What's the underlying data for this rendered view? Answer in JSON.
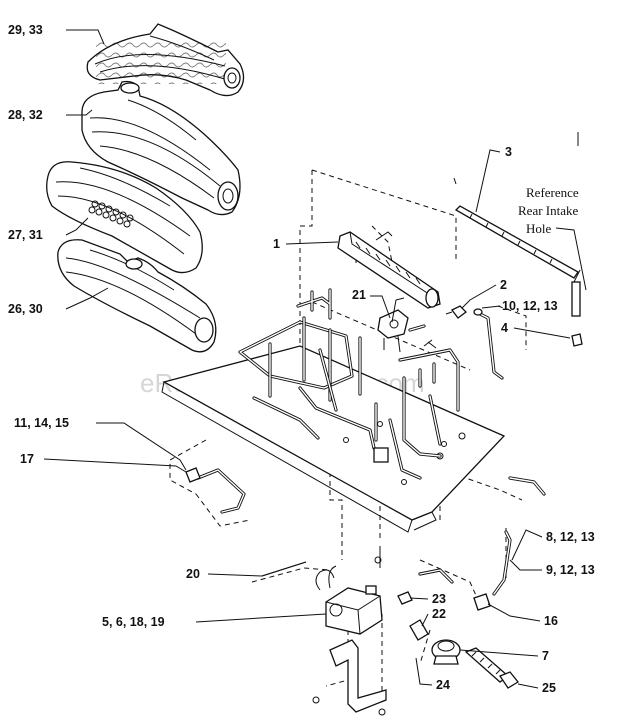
{
  "diagram": {
    "callouts": [
      {
        "id": "c-29-33",
        "text": "29, 33"
      },
      {
        "id": "c-28-32",
        "text": "28, 32"
      },
      {
        "id": "c-27-31",
        "text": "27, 31"
      },
      {
        "id": "c-26-30",
        "text": "26, 30"
      },
      {
        "id": "c-1",
        "text": "1"
      },
      {
        "id": "c-3",
        "text": "3"
      },
      {
        "id": "c-2",
        "text": "2"
      },
      {
        "id": "c-21",
        "text": "21"
      },
      {
        "id": "c-10-12-13",
        "text": "10, 12, 13"
      },
      {
        "id": "c-4",
        "text": "4"
      },
      {
        "id": "c-11-14-15",
        "text": "11, 14, 15"
      },
      {
        "id": "c-17",
        "text": "17"
      },
      {
        "id": "c-8-12-13",
        "text": "8, 12, 13"
      },
      {
        "id": "c-9-12-13",
        "text": "9, 12, 13"
      },
      {
        "id": "c-20",
        "text": "20"
      },
      {
        "id": "c-23",
        "text": "23"
      },
      {
        "id": "c-22",
        "text": "22"
      },
      {
        "id": "c-16",
        "text": "16"
      },
      {
        "id": "c-5-6-18-19",
        "text": "5, 6, 18, 19"
      },
      {
        "id": "c-7",
        "text": "7"
      },
      {
        "id": "c-24",
        "text": "24"
      },
      {
        "id": "c-25",
        "text": "25"
      }
    ],
    "reference_note": [
      "Reference",
      "Rear Intake",
      "Hole"
    ],
    "watermark": "eReplacementParts.com"
  }
}
